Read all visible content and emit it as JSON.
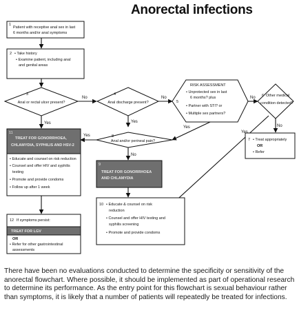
{
  "title": "Anorectal infections",
  "arrow_labels": {
    "no": "No",
    "yes": "Yes"
  },
  "nodes": {
    "n1": {
      "num": "1",
      "lines": [
        "Patient with receptive anal sex in last",
        "6 months and/or anal symptoms"
      ]
    },
    "n2": {
      "num": "2",
      "lines": [
        "• Take history",
        "• Examine patient, including anal",
        "and genital areas"
      ]
    },
    "n3": {
      "num": "3",
      "text": "Anal or rectal ulcer present?"
    },
    "n4": {
      "num": "4",
      "text": "Anal discharge present?"
    },
    "n5": {
      "num": "5",
      "heading": "RISK ASSESSMENT",
      "lines": [
        "• Unprotected sex in last",
        "6 months? plus",
        "• Partner with STI? or",
        "• Multiple sex partners?"
      ]
    },
    "n6": {
      "num": "6",
      "lines": [
        "Other medical",
        "condition detected?"
      ]
    },
    "n7": {
      "num": "7",
      "lines": [
        "• Treat appropriately",
        "OR",
        "• Refer"
      ]
    },
    "n8": {
      "num": "8",
      "text": "Anal and/or perineal pain?"
    },
    "n9": {
      "num": "9",
      "lines": [
        "TREAT FOR GONORRHOEA",
        "AND CHLAMYDIA"
      ]
    },
    "n10": {
      "num": "10",
      "lines": [
        "• Educate & counsel on risk",
        "reduction",
        "• Counsel and offer HIV testing and",
        "syphilis screening",
        "• Promote and provide condoms"
      ]
    },
    "n11": {
      "num": "11",
      "heading": [
        "TREAT FOR GONORRHOEA,",
        "CHLAMYDIA, SYPHILIS AND HSV-2"
      ],
      "lines": [
        "• Educate and counsel on risk reduction",
        "• Counsel and offer HIV and syphilis",
        "testing",
        "• Promote and provide condoms",
        "• Follow up after 1 week"
      ]
    },
    "n12": {
      "num": "12",
      "text": "If symptoms persist:",
      "heading": "TREAT FOR LGV",
      "lines": [
        "OR",
        "• Refer for other gastrointestinal",
        "assessments"
      ]
    }
  },
  "paragraph": "There have been no evaluations conducted to determine the specificity or sensitivity of the anorectal flowchart. Where possible, it should be implemented as part of operational research to determine its performance. As the entry point for this flowchart is sexual behaviour rather than symptoms, it is likely that a number of patients will repeatedly be treated for infections.",
  "colors": {
    "dark_header": "#6f6f6f",
    "header_text": "#eaeaea",
    "line": "#111111"
  }
}
